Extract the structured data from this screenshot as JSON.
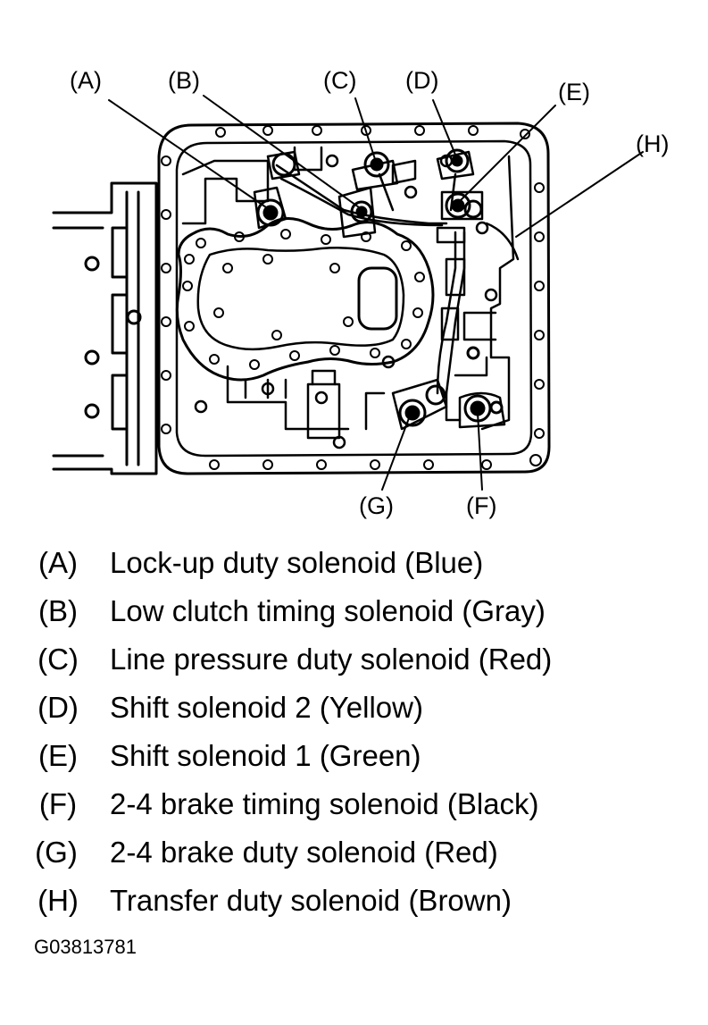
{
  "callouts": {
    "A": "(A)",
    "B": "(B)",
    "C": "(C)",
    "D": "(D)",
    "E": "(E)",
    "F": "(F)",
    "G": "(G)",
    "H": "(H)"
  },
  "legend": [
    {
      "key": "(A)",
      "desc": "Lock-up duty solenoid (Blue)"
    },
    {
      "key": "(B)",
      "desc": "Low clutch timing solenoid (Gray)"
    },
    {
      "key": "(C)",
      "desc": "Line pressure duty solenoid (Red)"
    },
    {
      "key": "(D)",
      "desc": "Shift solenoid 2 (Yellow)"
    },
    {
      "key": "(E)",
      "desc": "Shift solenoid 1 (Green)"
    },
    {
      "key": "(F)",
      "desc": "2-4 brake timing solenoid (Black)"
    },
    {
      "key": "(G)",
      "desc": "2-4 brake duty solenoid (Red)"
    },
    {
      "key": "(H)",
      "desc": "Transfer duty solenoid (Brown)"
    }
  ],
  "figure_id": "G03813781",
  "colors": {
    "ink": "#000000",
    "paper": "#ffffff"
  }
}
